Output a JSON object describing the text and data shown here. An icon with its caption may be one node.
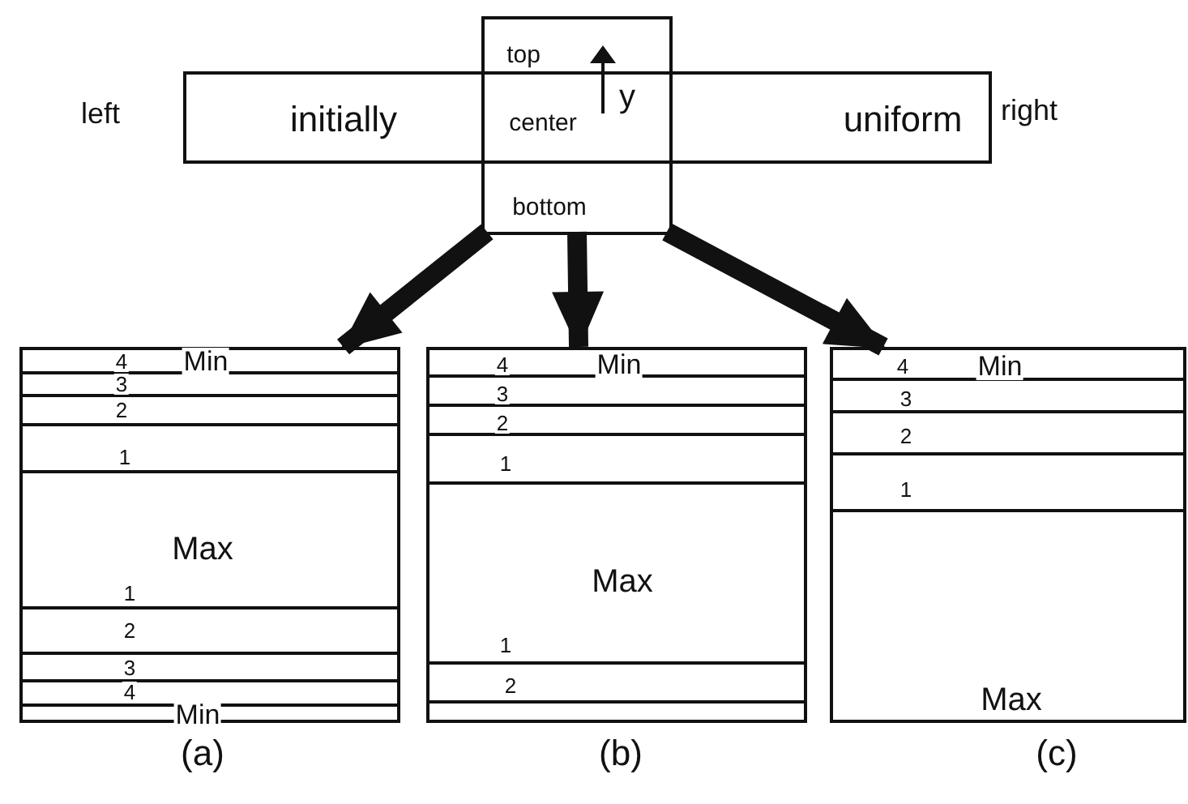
{
  "diagram": {
    "nodes": [
      {
        "text": [
          "initially",
          "uniform"
        ],
        "beside": [
          "left",
          "right"
        ]
      },
      {
        "text": [
          "top",
          "center",
          "bottom"
        ]
      },
      {
        "text": [
          "4",
          "Min",
          "3",
          "2",
          "1",
          "Max",
          "1",
          "2",
          "3",
          "4",
          "Min"
        ],
        "beside": [
          "(a)"
        ]
      },
      {
        "text": [
          "4",
          "Min",
          "3",
          "2",
          "1",
          "Max",
          "1",
          "2"
        ],
        "beside": [
          "(b)"
        ]
      },
      {
        "text": [
          "Min",
          "4",
          "3",
          "2",
          "1",
          "Max"
        ],
        "beside": [
          "(c)"
        ]
      }
    ],
    "edges": [
      {
        "from": 1,
        "to": 2,
        "arrow": "to"
      },
      {
        "from": 1,
        "to": 3,
        "arrow": "to"
      },
      {
        "from": 1,
        "to": 4,
        "arrow": "to"
      }
    ],
    "labels": [
      "y"
    ]
  }
}
